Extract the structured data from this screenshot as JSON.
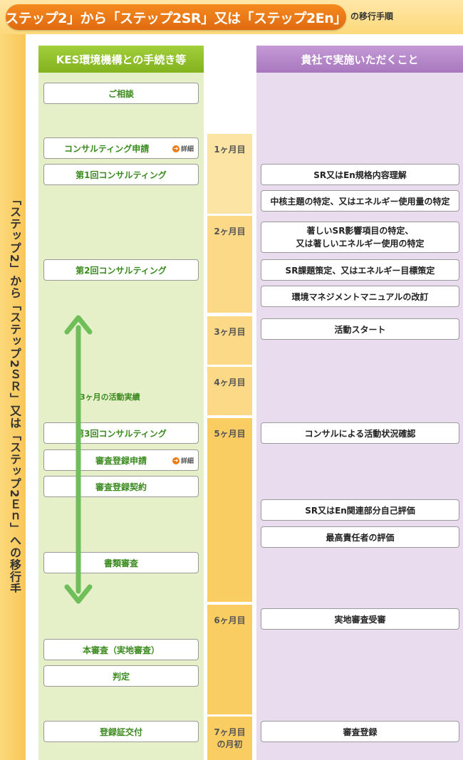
{
  "title": {
    "main": "「ステップ2」から「ステップ2SR」又は「ステップ2En」へ",
    "suffix": "の移行手順"
  },
  "side_label": "「ステップ2」から「ステップ2ＳＲ」又は「ステップ2Ｅｎ」への移行手順",
  "columns": {
    "left_header": "KES環境機構との手続き等",
    "right_header": "貴社で実施いただくこと"
  },
  "left_steps": [
    {
      "label": "ご相談"
    },
    {
      "label": "コンサルティング申請",
      "detail": "詳細"
    },
    {
      "label": "第1回コンサルティング"
    },
    {
      "label": "第2回コンサルティング"
    },
    {
      "label": "第3回コンサルティング"
    },
    {
      "label": "審査登録申請",
      "detail": "詳細"
    },
    {
      "label": "審査登録契約"
    },
    {
      "label": "書類審査"
    },
    {
      "label": "本審査（実地審査）"
    },
    {
      "label": "判定"
    },
    {
      "label": "登録証交付"
    }
  ],
  "months": [
    {
      "label": "1ヶ月目"
    },
    {
      "label": "2ヶ月目"
    },
    {
      "label": "3ヶ月目"
    },
    {
      "label": "4ヶ月目"
    },
    {
      "label": "5ヶ月目"
    },
    {
      "label": "6ヶ月目"
    },
    {
      "label": "7ヶ月目",
      "sub": "の月初"
    }
  ],
  "right_tasks": [
    {
      "label": "SR又はEn規格内容理解"
    },
    {
      "label": "中核主題の特定、又はエネルギー使用量の特定"
    },
    {
      "label": "著しいSR影響項目の特定、",
      "label2": "又は著しいエネルギー使用の特定"
    },
    {
      "label": "SR課題策定、又はエネルギー目標策定"
    },
    {
      "label": "環境マネジメントマニュアルの改訂"
    },
    {
      "label": "活動スタート"
    },
    {
      "label": "コンサルによる活動状況確認"
    },
    {
      "label": "SR又はEn関連部分自己評価"
    },
    {
      "label": "最高責任者の評価"
    },
    {
      "label": "実地審査受審"
    },
    {
      "label": "審査登録"
    }
  ],
  "arrow_label": "3ヶ月の活動実績",
  "colors": {
    "title_orange": "#f07a12",
    "left_green": "#8cc02a",
    "right_purple": "#b58ac8",
    "step_text_green": "#3a8a1e",
    "arrow_green": "#6fbe5a"
  }
}
